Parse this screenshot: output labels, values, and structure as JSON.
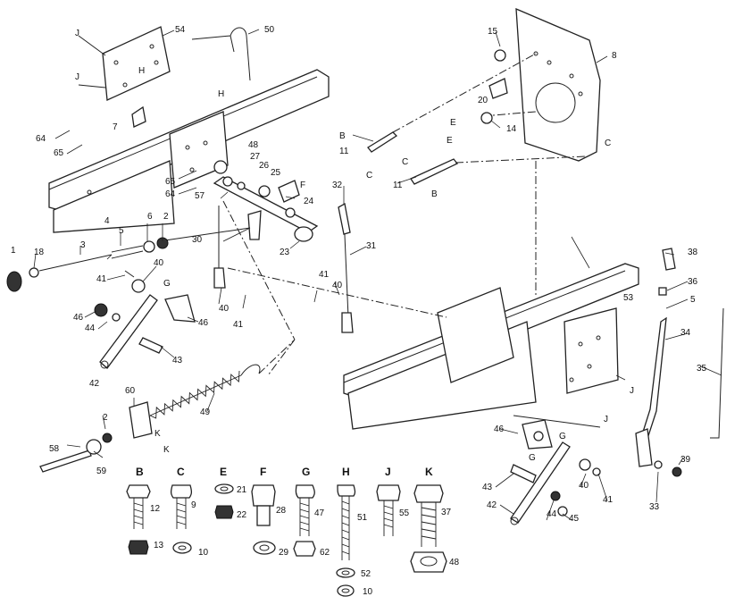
{
  "diagram": {
    "callouts": [
      {
        "id": "c1",
        "text": "1"
      },
      {
        "id": "c2a",
        "text": "2"
      },
      {
        "id": "c2b",
        "text": "2"
      },
      {
        "id": "c3",
        "text": "3"
      },
      {
        "id": "c4",
        "text": "4"
      },
      {
        "id": "c5a",
        "text": "5"
      },
      {
        "id": "c5b",
        "text": "5"
      },
      {
        "id": "c6",
        "text": "6"
      },
      {
        "id": "c7",
        "text": "7"
      },
      {
        "id": "c8",
        "text": "8"
      },
      {
        "id": "c11a",
        "text": "11"
      },
      {
        "id": "c11b",
        "text": "11"
      },
      {
        "id": "c14",
        "text": "14"
      },
      {
        "id": "c15",
        "text": "15"
      },
      {
        "id": "c18",
        "text": "18"
      },
      {
        "id": "c20",
        "text": "20"
      },
      {
        "id": "c23",
        "text": "23"
      },
      {
        "id": "c24",
        "text": "24"
      },
      {
        "id": "c25",
        "text": "25"
      },
      {
        "id": "c26",
        "text": "26"
      },
      {
        "id": "c27",
        "text": "27"
      },
      {
        "id": "c30",
        "text": "30"
      },
      {
        "id": "c31",
        "text": "31"
      },
      {
        "id": "c32",
        "text": "32"
      },
      {
        "id": "c33",
        "text": "33"
      },
      {
        "id": "c34",
        "text": "34"
      },
      {
        "id": "c35",
        "text": "35"
      },
      {
        "id": "c36",
        "text": "36"
      },
      {
        "id": "c38",
        "text": "38"
      },
      {
        "id": "c39",
        "text": "39"
      },
      {
        "id": "c40a",
        "text": "40"
      },
      {
        "id": "c40b",
        "text": "40"
      },
      {
        "id": "c40c",
        "text": "40"
      },
      {
        "id": "c40d",
        "text": "40"
      },
      {
        "id": "c41a",
        "text": "41"
      },
      {
        "id": "c41b",
        "text": "41"
      },
      {
        "id": "c41c",
        "text": "41"
      },
      {
        "id": "c41d",
        "text": "41"
      },
      {
        "id": "c42a",
        "text": "42"
      },
      {
        "id": "c42b",
        "text": "42"
      },
      {
        "id": "c43a",
        "text": "43"
      },
      {
        "id": "c43b",
        "text": "43"
      },
      {
        "id": "c44a",
        "text": "44"
      },
      {
        "id": "c44b",
        "text": "44"
      },
      {
        "id": "c45",
        "text": "45"
      },
      {
        "id": "c46a",
        "text": "46"
      },
      {
        "id": "c46b",
        "text": "46"
      },
      {
        "id": "c46c",
        "text": "46"
      },
      {
        "id": "c48",
        "text": "48"
      },
      {
        "id": "c49",
        "text": "49"
      },
      {
        "id": "c50",
        "text": "50"
      },
      {
        "id": "c53",
        "text": "53"
      },
      {
        "id": "c54",
        "text": "54"
      },
      {
        "id": "c57",
        "text": "57"
      },
      {
        "id": "c58",
        "text": "58"
      },
      {
        "id": "c59",
        "text": "59"
      },
      {
        "id": "c60",
        "text": "60"
      },
      {
        "id": "c64a",
        "text": "64"
      },
      {
        "id": "c64b",
        "text": "64"
      },
      {
        "id": "c65a",
        "text": "65"
      },
      {
        "id": "c65b",
        "text": "65"
      }
    ],
    "refs": [
      {
        "id": "rJ1",
        "text": "J"
      },
      {
        "id": "rJ2",
        "text": "J"
      },
      {
        "id": "rH1",
        "text": "H"
      },
      {
        "id": "rH2",
        "text": "H"
      },
      {
        "id": "rB1",
        "text": "B"
      },
      {
        "id": "rB2",
        "text": "B"
      },
      {
        "id": "rC1",
        "text": "C"
      },
      {
        "id": "rC2",
        "text": "C"
      },
      {
        "id": "rC3",
        "text": "C"
      },
      {
        "id": "rE1",
        "text": "E"
      },
      {
        "id": "rE2",
        "text": "E"
      },
      {
        "id": "rF1",
        "text": "F"
      },
      {
        "id": "rG1",
        "text": "G"
      },
      {
        "id": "rG2",
        "text": "G"
      },
      {
        "id": "rG3",
        "text": "G"
      },
      {
        "id": "rK1",
        "text": "K"
      },
      {
        "id": "rK2",
        "text": "K"
      },
      {
        "id": "rJ3",
        "text": "J"
      },
      {
        "id": "rJ4",
        "text": "J"
      }
    ],
    "hardware_key": [
      {
        "letter": "B",
        "parts": [
          {
            "num": "12"
          },
          {
            "num": "13"
          }
        ]
      },
      {
        "letter": "C",
        "parts": [
          {
            "num": "9"
          },
          {
            "num": "10"
          }
        ]
      },
      {
        "letter": "E",
        "parts": [
          {
            "num": "21"
          },
          {
            "num": "22"
          }
        ]
      },
      {
        "letter": "F",
        "parts": [
          {
            "num": "28"
          },
          {
            "num": "29"
          }
        ]
      },
      {
        "letter": "G",
        "parts": [
          {
            "num": "47"
          },
          {
            "num": "62"
          }
        ]
      },
      {
        "letter": "H",
        "parts": [
          {
            "num": "51"
          },
          {
            "num": "52"
          },
          {
            "num": "10"
          }
        ]
      },
      {
        "letter": "J",
        "parts": [
          {
            "num": "55"
          }
        ]
      },
      {
        "letter": "K",
        "parts": [
          {
            "num": "37"
          },
          {
            "num": "48"
          }
        ]
      }
    ]
  }
}
